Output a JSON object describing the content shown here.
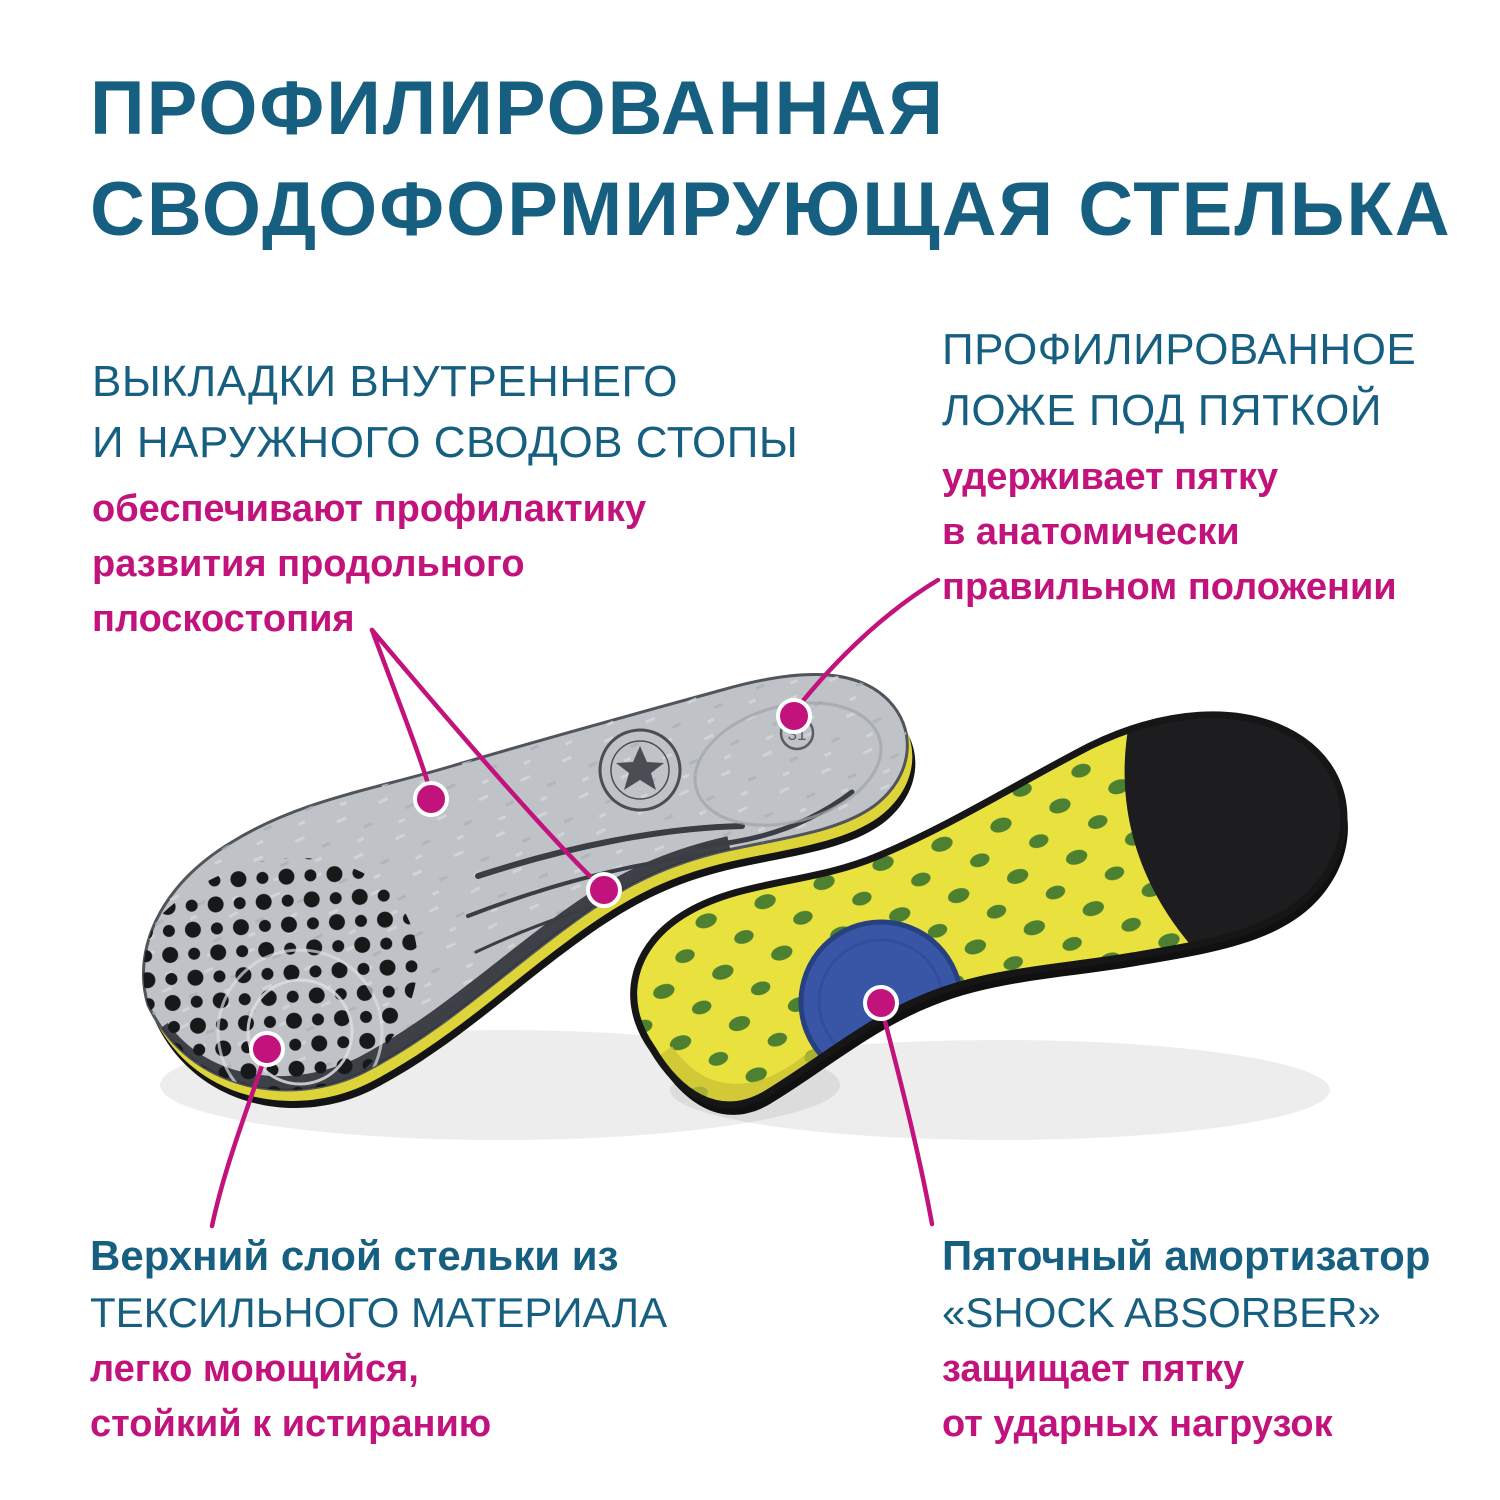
{
  "title": {
    "line1": "ПРОФИЛИРОВАННАЯ",
    "line2": "СВОДОФОРМИРУЮЩАЯ СТЕЛЬКА"
  },
  "annotations": {
    "arch_support": {
      "heading_line1": "ВЫКЛАДКИ ВНУТРЕННЕГО",
      "heading_line2": "И НАРУЖНОГО СВОДОВ СТОПЫ",
      "desc_line1": "обеспечивают профилактику",
      "desc_line2": "развития продольного",
      "desc_line3": "плоскостопия"
    },
    "heel_bed": {
      "heading_line1": "ПРОФИЛИРОВАННОЕ",
      "heading_line2": "ЛОЖЕ ПОД ПЯТКОЙ",
      "desc_line1": "удерживает пятку",
      "desc_line2": "в анатомически",
      "desc_line3": "правильном положении"
    },
    "textile_layer": {
      "heading_line1": "Верхний слой стельки из",
      "heading_line2": "ТЕКСИЛЬНОГО МАТЕРИАЛА",
      "desc_line1": "легко моющийся,",
      "desc_line2": "стойкий к истиранию"
    },
    "shock_absorber": {
      "heading_line1": "Пяточный амортизатор",
      "heading_line2": "«SHOCK ABSORBER»",
      "desc_line1": "защищает пятку",
      "desc_line2": "от ударных нагрузок"
    }
  },
  "insole": {
    "size_label": "31"
  },
  "colors": {
    "title_blue": "#175f80",
    "accent_magenta": "#c2127b",
    "insole_gray": "#bfc3c8",
    "insole_yellow": "#e9e23e",
    "dot_green": "#4e8031",
    "absorber_blue": "#3956a6",
    "toe_black": "#1d1d1f",
    "background": "#ffffff"
  }
}
